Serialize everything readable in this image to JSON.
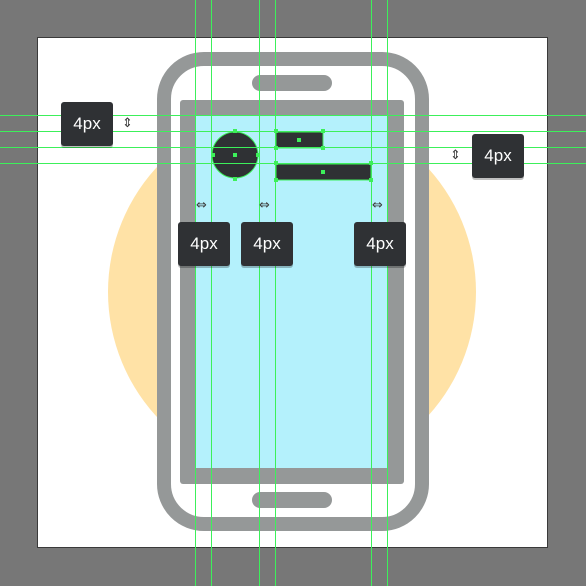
{
  "colors": {
    "canvas_bg": "#777777",
    "artboard_bg": "#ffffff",
    "background_circle": "#ffe2a6",
    "phone_frame": "#959898",
    "screen": "#b4f1fc",
    "element_fill": "#2f3134",
    "guide_line": "#3cf05a",
    "badge_bg": "#2f3134",
    "badge_text": "#ffffff"
  },
  "measurements": {
    "left_gap": "4px",
    "right_gap": "4px",
    "avatar_gap": "4px",
    "text_gap": "4px",
    "right_edge_gap": "4px"
  },
  "icons": {
    "vertical_spacing": "vertical-double-arrow-icon",
    "horizontal_spacing": "horizontal-double-arrow-icon"
  }
}
